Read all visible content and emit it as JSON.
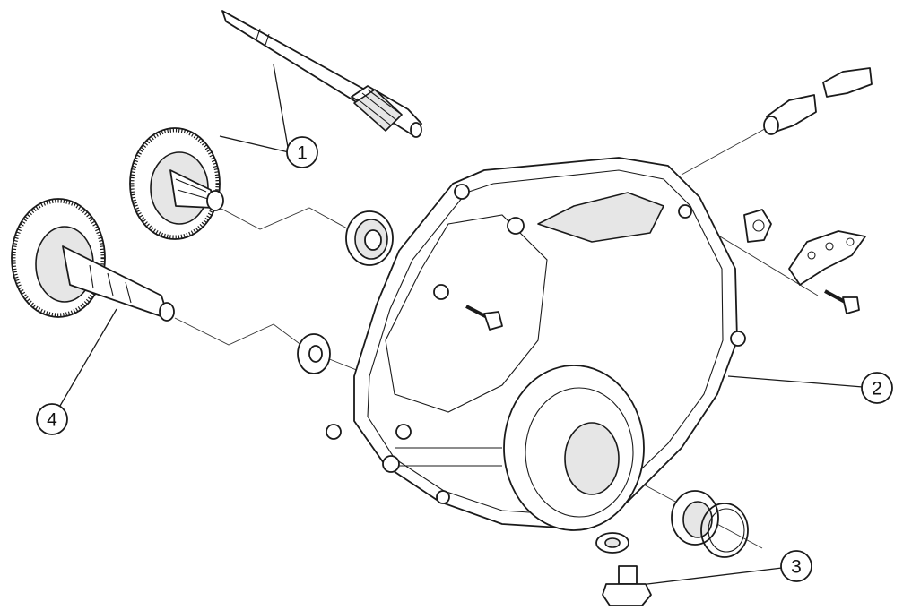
{
  "diagram": {
    "callouts": [
      {
        "label": "1"
      },
      {
        "label": "2"
      },
      {
        "label": "3"
      },
      {
        "label": "4"
      }
    ]
  }
}
